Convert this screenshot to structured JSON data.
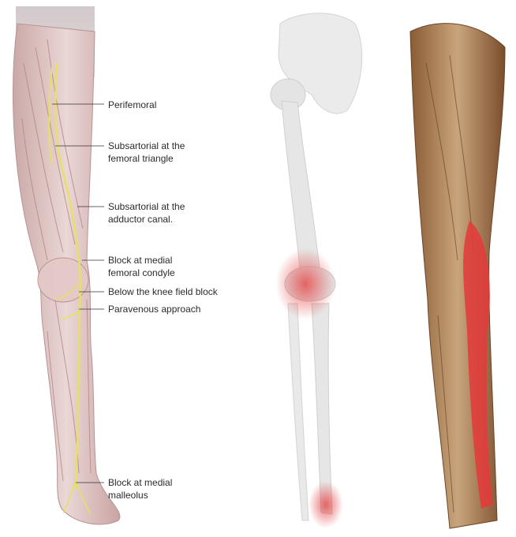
{
  "labels": {
    "perifemoral": "Perifemoral",
    "subsartorial_femoral": "Subsartorial at the\nfemoral triangle",
    "subsartorial_adductor": "Subsartorial at the\nadductor canal.",
    "block_medial_condyle": "Block at medial\nfemoral condyle",
    "below_knee": "Below the knee field block",
    "paravenous": "Paravenous approach",
    "block_medial_malleolus": "Block at medial\nmalleolus"
  },
  "colors": {
    "nerve": "#e6e35a",
    "muscle_tint": "#d9b6b4",
    "bone": "#e6e6e6",
    "sensory_highlight": "#e43a3a",
    "leg_skin": "#a57a50"
  },
  "panels": [
    "anatomy-leg-nerves",
    "skeleton-sensory-map",
    "leg-sensory-map"
  ]
}
